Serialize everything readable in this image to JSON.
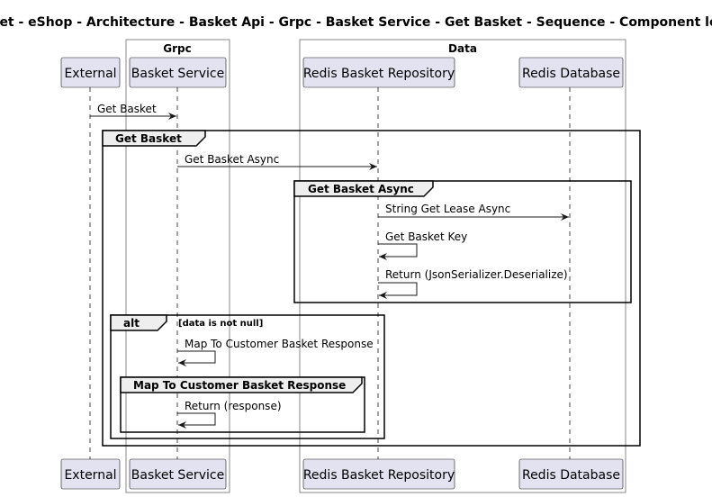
{
  "title": "dotnet - eShop - Architecture - Basket Api - Grpc - Basket Service - Get Basket - Sequence - Component level",
  "boxes": {
    "grpc": "Grpc",
    "data": "Data"
  },
  "participants": {
    "external": "External",
    "basket_service": "Basket Service",
    "redis_repo": "Redis Basket Repository",
    "redis_db": "Redis Database"
  },
  "messages": {
    "m1": "Get Basket",
    "m2": "Get Basket Async",
    "m3": "String Get Lease Async",
    "m4": "Get Basket Key",
    "m5": "Return (JsonSerializer.Deserialize)",
    "m6": "Map To Customer Basket Response",
    "m7": "Return (response)"
  },
  "groups": {
    "g1": "Get Basket",
    "g2": "Get Basket Async",
    "alt_keyword": "alt",
    "alt_guard": "[data is not null]",
    "g3": "Map To Customer Basket Response"
  },
  "colors": {
    "participant_fill": "#E2E2F0",
    "participant_border": "#181818",
    "group_header_fill": "#EEEEEE",
    "box_border": "#888888",
    "lifeline": "#181818"
  }
}
